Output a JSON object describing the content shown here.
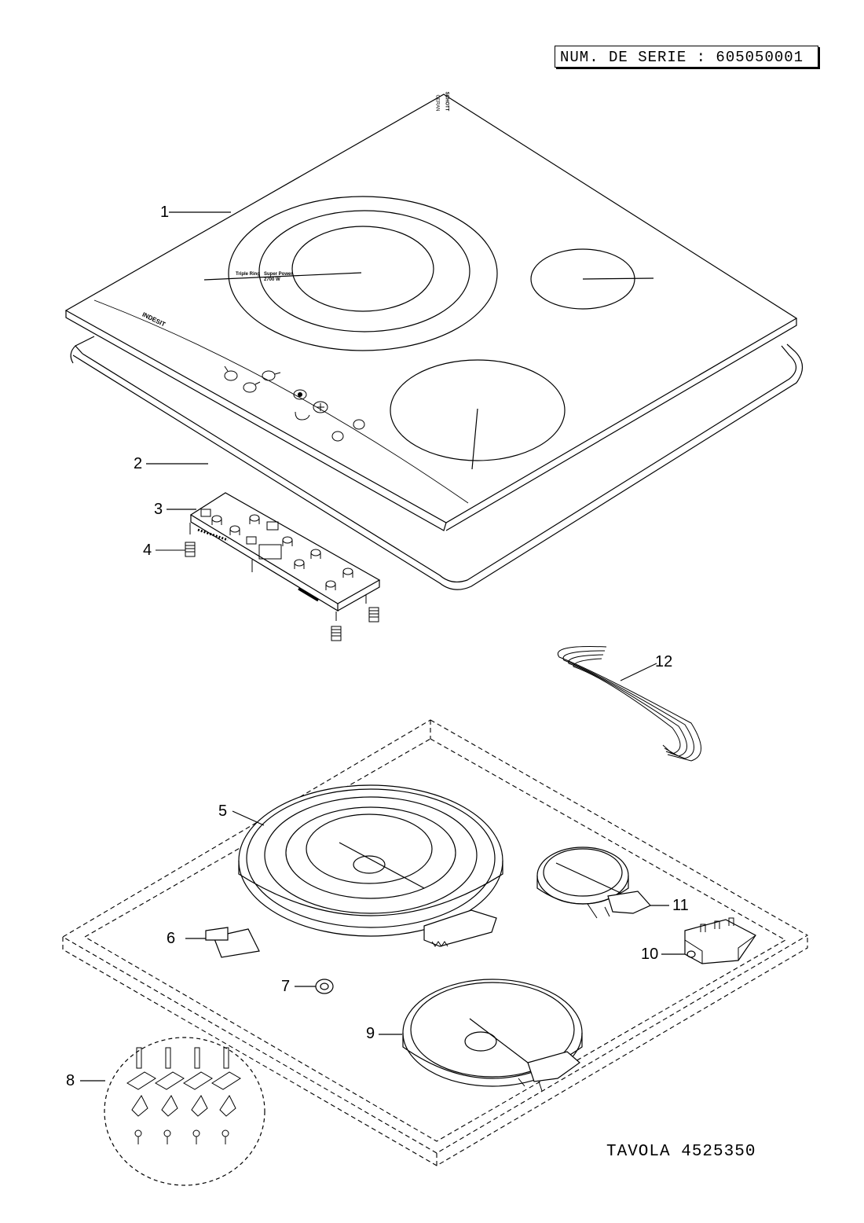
{
  "serial": "NUM. DE SERIE : 605050001",
  "sheet": "TAVOLA 4525350",
  "brand": {
    "name": "INDESIT",
    "glass_maker_line1": "SCHOTT",
    "glass_maker_line2": "CERAN"
  },
  "hob_labels": {
    "zone_name": "Triple Ring",
    "super_power": "Super Power",
    "wattage": "2700 W"
  },
  "callouts": [
    "1",
    "2",
    "3",
    "4",
    "5",
    "6",
    "7",
    "8",
    "9",
    "10",
    "11",
    "12"
  ]
}
